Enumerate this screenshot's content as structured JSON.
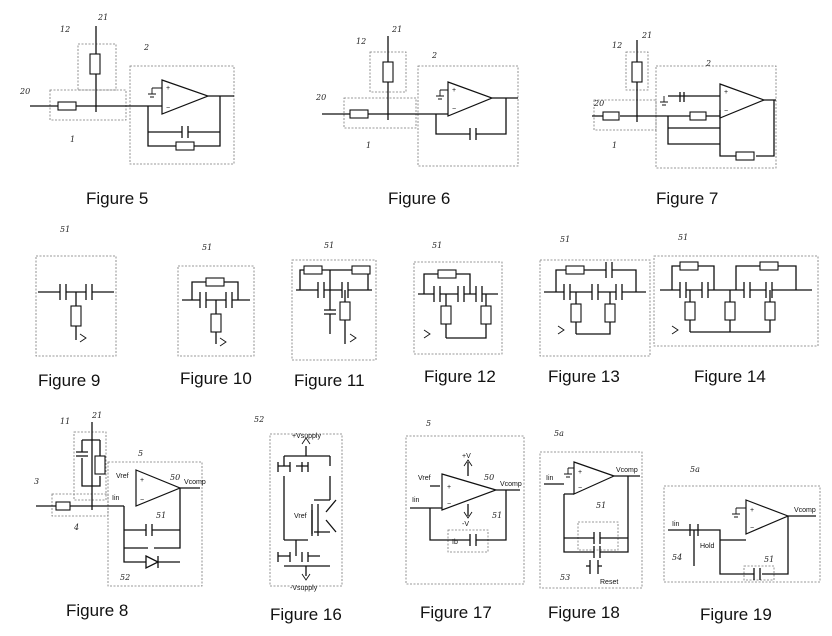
{
  "figures": [
    {
      "id": "fig5",
      "caption": "Figure 5",
      "refs": [
        "12",
        "21",
        "2",
        "20",
        "1"
      ]
    },
    {
      "id": "fig6",
      "caption": "Figure 6",
      "refs": [
        "12",
        "21",
        "2",
        "20",
        "1"
      ]
    },
    {
      "id": "fig7",
      "caption": "Figure 7",
      "refs": [
        "12",
        "21",
        "2",
        "20",
        "1"
      ]
    },
    {
      "id": "fig9",
      "caption": "Figure 9",
      "refs": [
        "51"
      ]
    },
    {
      "id": "fig10",
      "caption": "Figure 10",
      "refs": [
        "51"
      ]
    },
    {
      "id": "fig11",
      "caption": "Figure 11",
      "refs": [
        "51"
      ]
    },
    {
      "id": "fig12",
      "caption": "Figure 12",
      "refs": [
        "51"
      ]
    },
    {
      "id": "fig13",
      "caption": "Figure 13",
      "refs": [
        "51"
      ]
    },
    {
      "id": "fig14",
      "caption": "Figure 14",
      "refs": [
        "51"
      ]
    },
    {
      "id": "fig8",
      "caption": "Figure 8",
      "refs": [
        "11",
        "21",
        "3",
        "5",
        "50",
        "4",
        "51",
        "52"
      ]
    },
    {
      "id": "fig16",
      "caption": "Figure 16",
      "refs": [
        "52"
      ]
    },
    {
      "id": "fig17",
      "caption": "Figure 17",
      "refs": [
        "5",
        "50",
        "51"
      ]
    },
    {
      "id": "fig18",
      "caption": "Figure 18",
      "refs": [
        "5a",
        "51",
        "53"
      ]
    },
    {
      "id": "fig19",
      "caption": "Figure 19",
      "refs": [
        "5a",
        "54",
        "51"
      ]
    }
  ],
  "signals": {
    "vref": "Vref",
    "vcomp": "Vcomp",
    "iin": "Iin",
    "vsupply_pos": "+Vsupply",
    "vsupply_neg": "-Vsupply",
    "vplus": "+V",
    "vminus": "-V",
    "ib": "Ib",
    "reset": "Reset",
    "hold": "Hold",
    "plus": "+",
    "minus": "−"
  }
}
